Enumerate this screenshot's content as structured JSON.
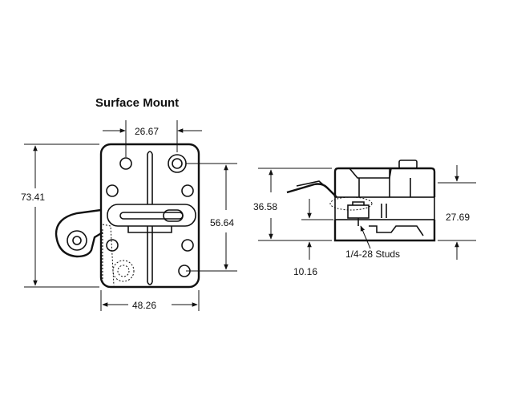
{
  "title": "Surface Mount",
  "dimensions": {
    "top_hole_spacing": "26.67",
    "overall_height": "73.41",
    "mount_height": "56.64",
    "width": "48.26",
    "side_height": "36.58",
    "side_body_height": "27.69",
    "base_thickness": "10.16"
  },
  "callout": "1/4-28 Studs"
}
